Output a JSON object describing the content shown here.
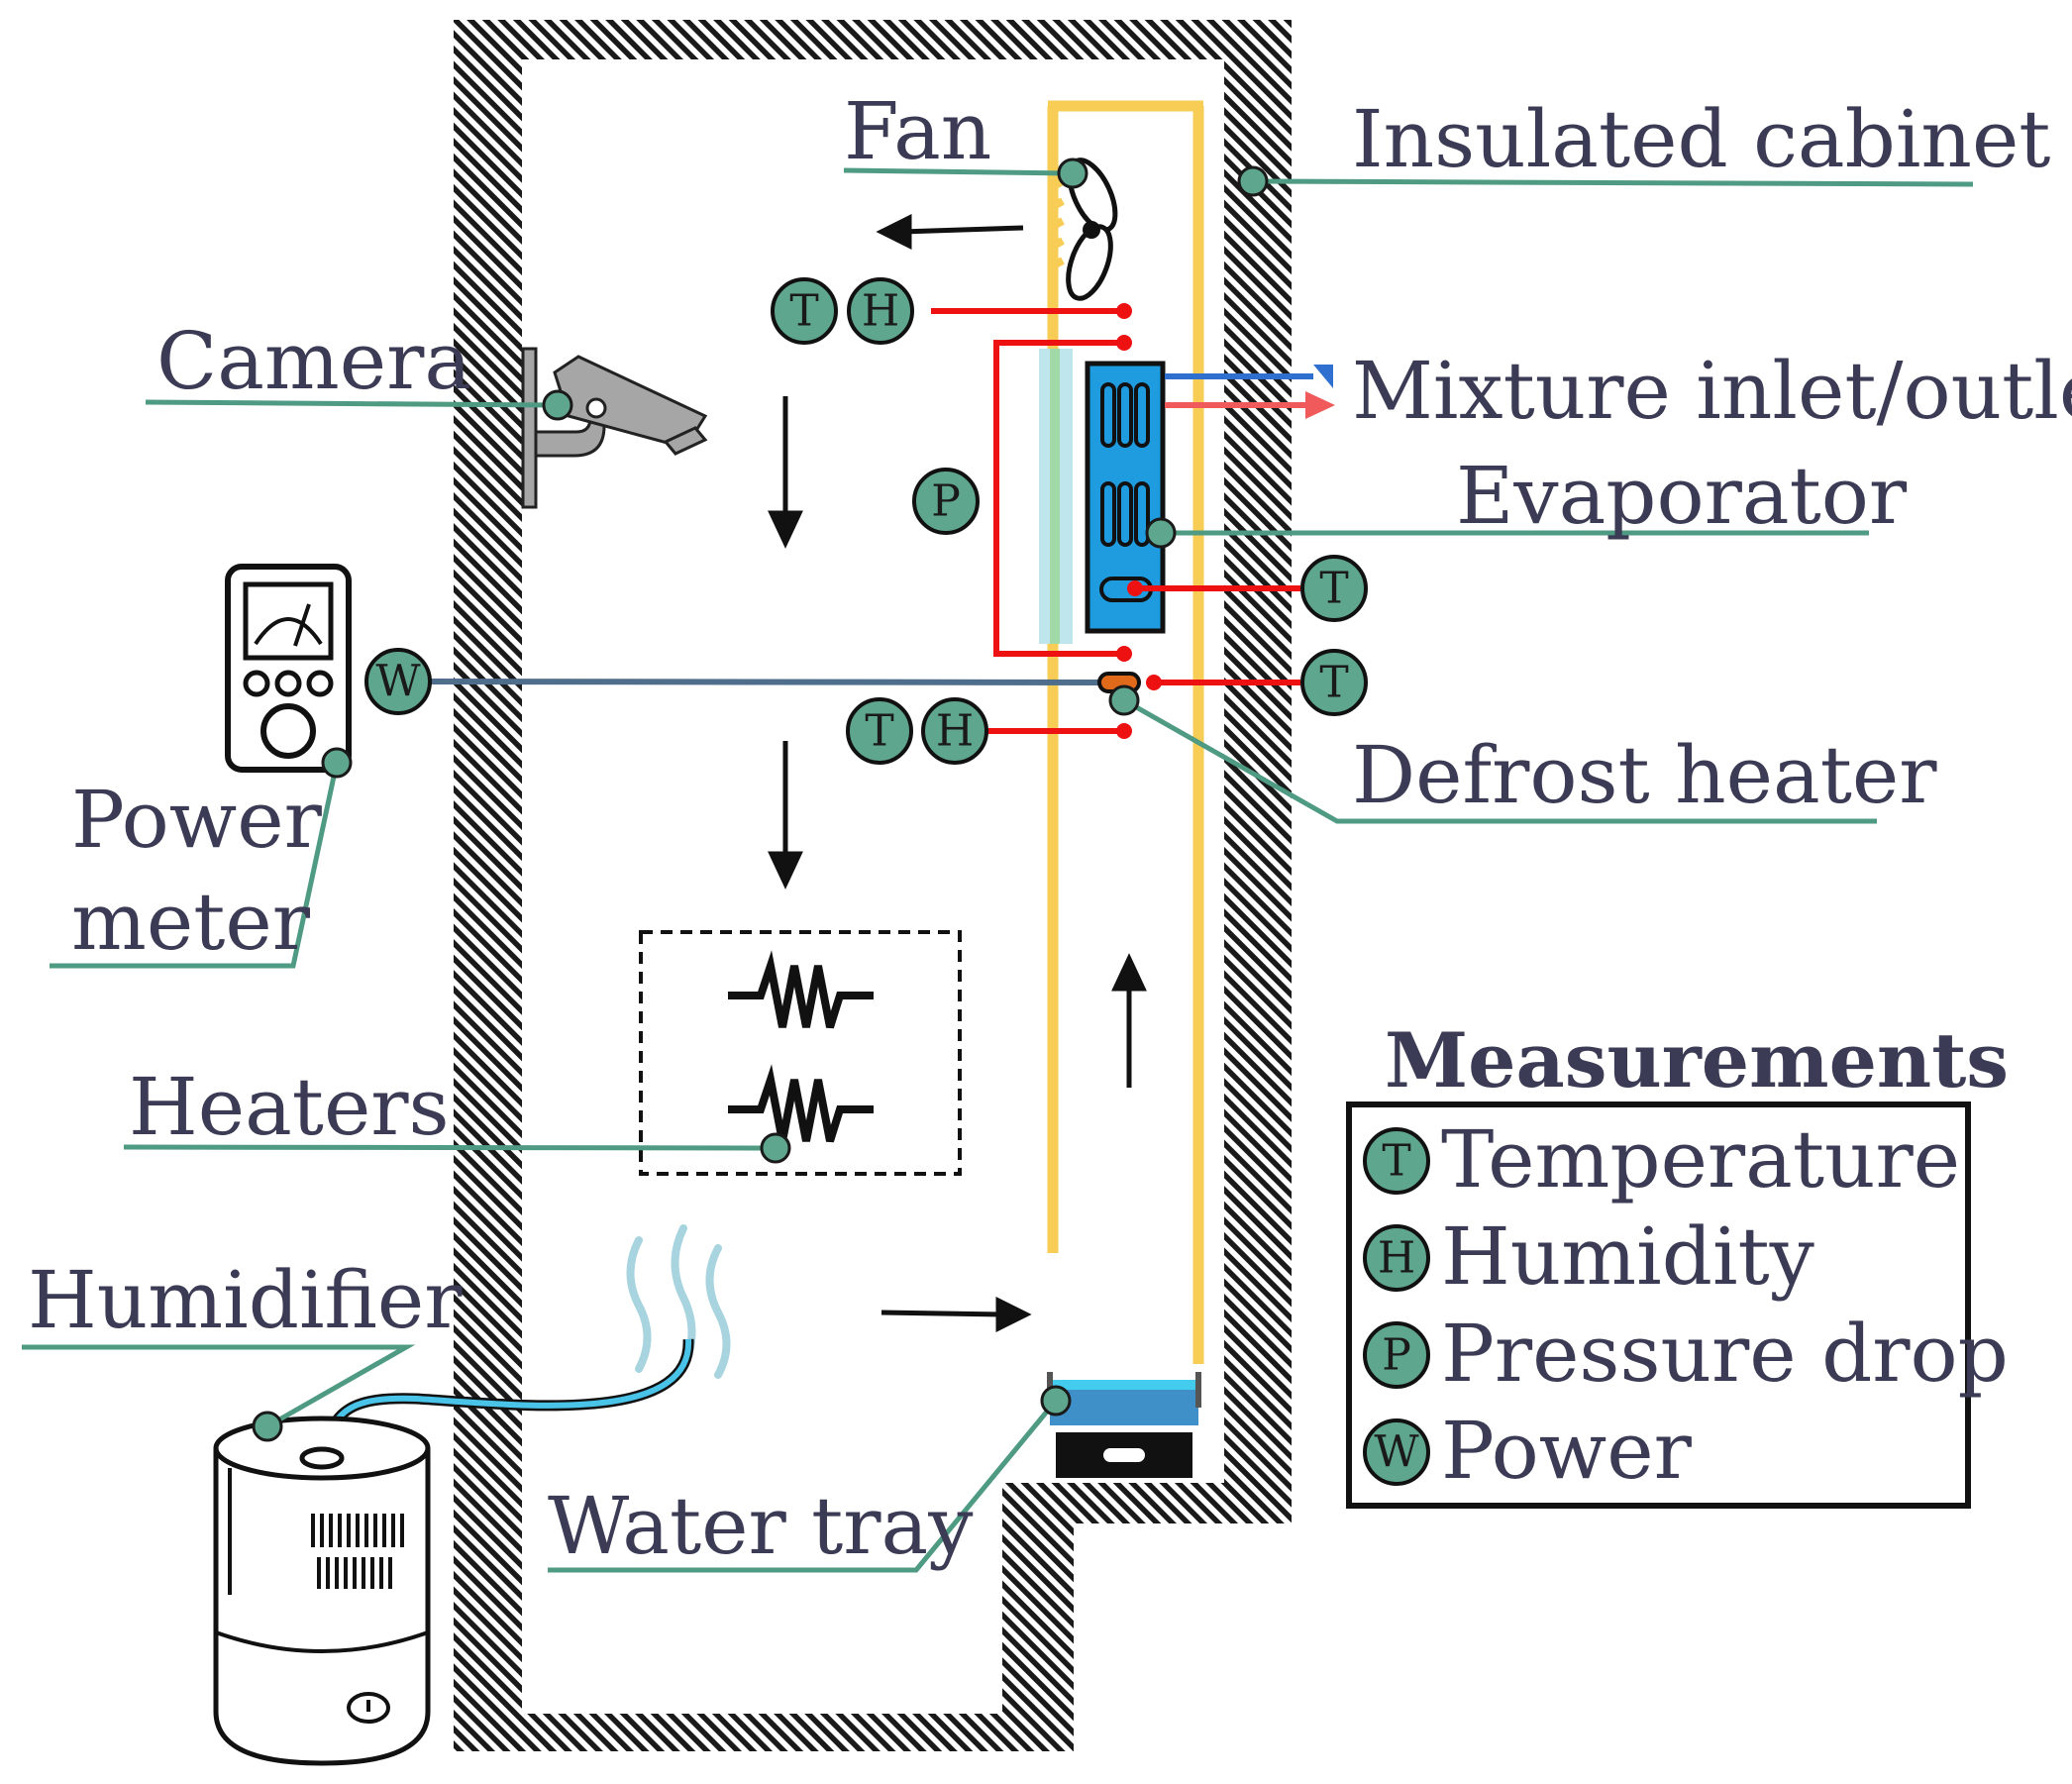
{
  "colors": {
    "leader": "#4f9a82",
    "badge_fill": "#5ea68d",
    "duct": "#f7cd55",
    "wire_red": "#ee1111",
    "wire_blue": "#2f6fcf",
    "evaporator": "#1f9be0",
    "label_text": "#3b3b55",
    "power_line": "#4f6e8c",
    "water": "#44ccee"
  },
  "labels": {
    "fan": "Fan",
    "insulated_cabinet": "Insulated cabinet",
    "camera": "Camera",
    "mixture": "Mixture inlet/outlet",
    "evaporator": "Evaporator",
    "power_meter_1": "Power",
    "power_meter_2": "meter",
    "defrost_heater": "Defrost heater",
    "heaters": "Heaters",
    "humidifier": "Humidifier",
    "water_tray": "Water tray"
  },
  "sensors": {
    "t": "T",
    "h": "H",
    "p": "P",
    "w": "W"
  },
  "legend": {
    "title": "Measurements",
    "items": [
      {
        "symbol": "T",
        "label": "Temperature"
      },
      {
        "symbol": "H",
        "label": "Humidity"
      },
      {
        "symbol": "P",
        "label": "Pressure drop"
      },
      {
        "symbol": "W",
        "label": "Power"
      }
    ]
  },
  "icons": [
    "fan-icon",
    "camera-icon",
    "power-meter-icon",
    "evaporator-icon",
    "heater-icon",
    "humidifier-icon",
    "water-tray-icon",
    "steam-icon",
    "airflow-arrow-icon"
  ]
}
